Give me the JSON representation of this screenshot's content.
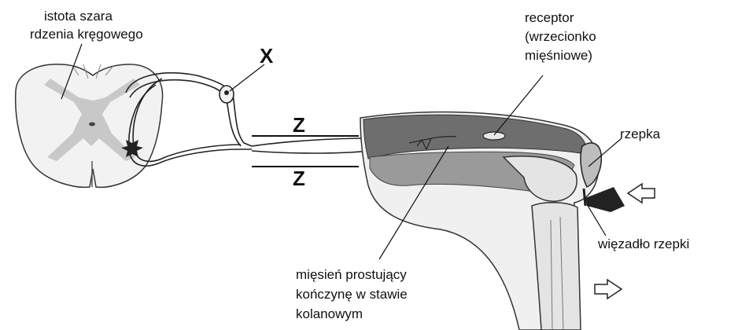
{
  "labels": {
    "gray_matter_line1": "istota szara",
    "gray_matter_line2": "rdzenia kręgowego",
    "x_marker": "X",
    "z_top": "Z",
    "z_bottom": "Z",
    "receptor_line1": "receptor",
    "receptor_line2": "(wrzecionko",
    "receptor_line3": "mięśniowe)",
    "kneecap": "rzepka",
    "ligament": "więzadło rzepki",
    "muscle_line1": "mięsień prostujący",
    "muscle_line2": "kończynę w stawie",
    "muscle_line3": "kolanowym"
  },
  "colors": {
    "ink": "#111111",
    "gray_matter": "#c8c8c8",
    "cord_fill": "#f2f2f2",
    "muscle_dark": "#6e6e6e",
    "muscle_mid": "#9a9a9a",
    "bone": "#e4e4e4",
    "skin": "#f0f0f0"
  }
}
